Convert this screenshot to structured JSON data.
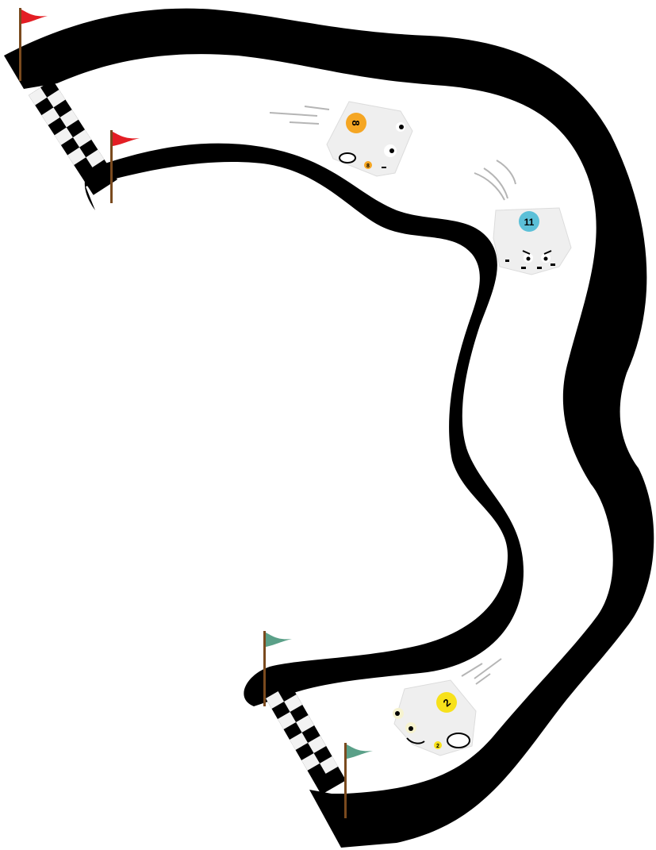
{
  "scene": {
    "title": "Race track with robots",
    "background": "#ffffff",
    "track_color": "#000000"
  },
  "flags": [
    {
      "id": "flag-top-outer",
      "color": "#e31e24",
      "pole": "#7a4a1e"
    },
    {
      "id": "flag-top-inner",
      "color": "#e31e24",
      "pole": "#7a4a1e"
    },
    {
      "id": "flag-bottom-inner",
      "color": "#5aa088",
      "pole": "#7a4a1e"
    },
    {
      "id": "flag-bottom-outer",
      "color": "#5aa088",
      "pole": "#7a4a1e"
    }
  ],
  "checkered_lines": [
    {
      "id": "top-start-line",
      "colors": [
        "#000000",
        "#f2f2f2"
      ]
    },
    {
      "id": "bottom-finish-line",
      "colors": [
        "#000000",
        "#f2f2f2"
      ]
    }
  ],
  "robots": [
    {
      "id": "robot-8",
      "number": "8",
      "small_number": "8",
      "badge_color": "#f5a623",
      "body_color": "#f0f0f0",
      "expression": "neutral"
    },
    {
      "id": "robot-11",
      "number": "11",
      "badge_color": "#5bc0d8",
      "body_color": "#f0f0f0",
      "expression": "angry"
    },
    {
      "id": "robot-2",
      "number": "2",
      "small_number": "2",
      "badge_color": "#f7e11b",
      "body_color": "#f0f0f0",
      "expression": "smile"
    }
  ]
}
